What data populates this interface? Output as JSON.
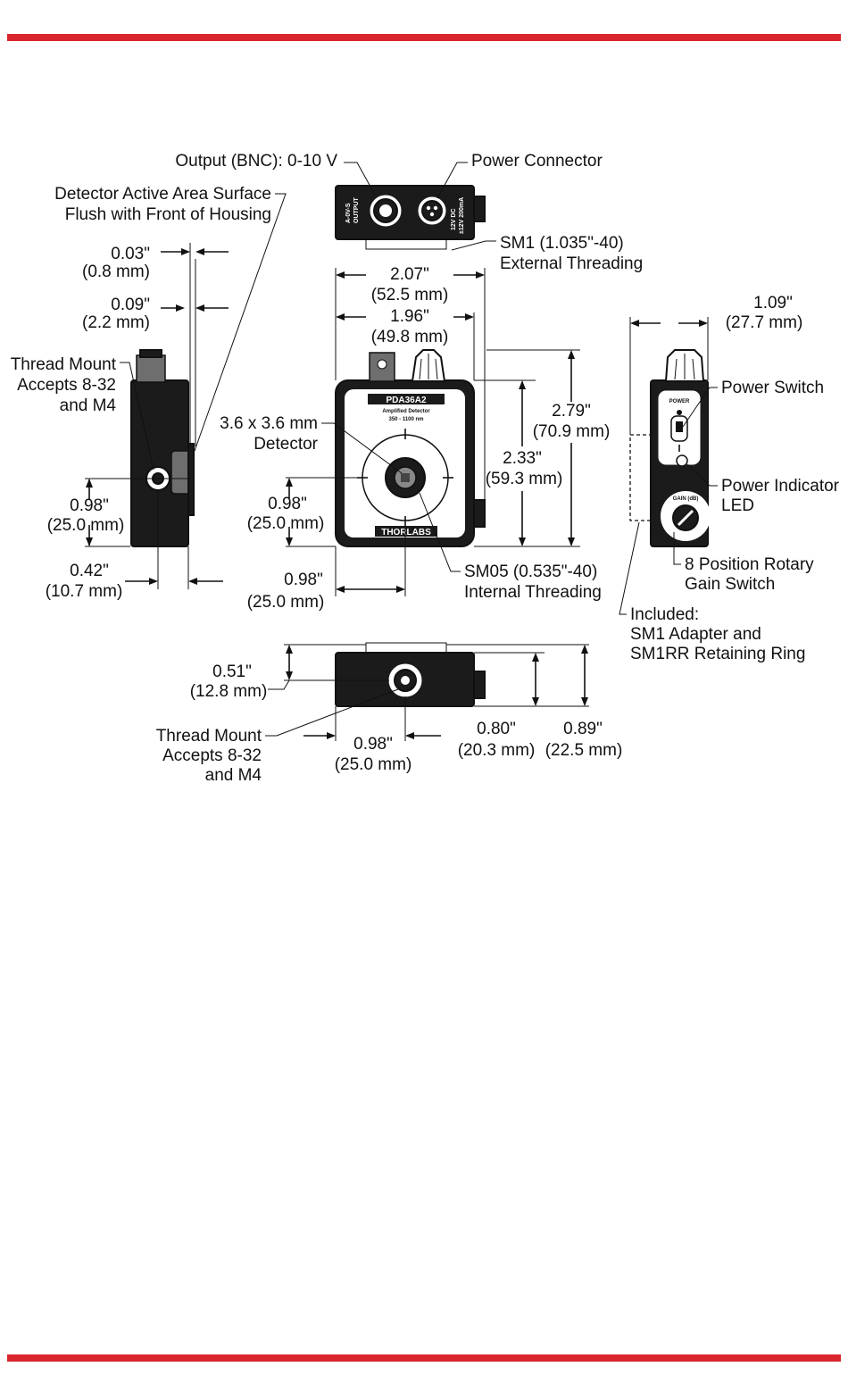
{
  "colors": {
    "accent_bar": "#d9262c",
    "ink": "#111111",
    "housing": "#1b1b1b"
  },
  "labels": {
    "output_bnc": "Output (BNC): 0-10 V",
    "power_connector": "Power Connector",
    "detector_surface_1": "Detector Active Area Surface",
    "detector_surface_2": "Flush with Front of Housing",
    "sm1_1": "SM1 (1.035\"-40)",
    "sm1_2": "External Threading",
    "d003_in": "0.03\"",
    "d003_mm": "(0.8 mm)",
    "d009_in": "0.09\"",
    "d009_mm": "(2.2 mm)",
    "d207_in": "2.07\"",
    "d207_mm": "(52.5 mm)",
    "d196_in": "1.96\"",
    "d196_mm": "(49.8 mm)",
    "d109_in": "1.09\"",
    "d109_mm": "(27.7 mm)",
    "thread_left_1": "Thread Mount",
    "thread_left_2": "Accepts 8-32",
    "thread_left_3": "and M4",
    "d279_in": "2.79\"",
    "d279_mm": "(70.9 mm)",
    "power_switch": "Power Switch",
    "detector_size_1": "3.6 x 3.6 mm",
    "detector_size_2": "Detector",
    "d233_in": "2.33\"",
    "d233_mm": "(59.3 mm)",
    "d098a_in": "0.98\"",
    "d098a_mm": "(25.0 mm)",
    "d098b_in": "0.98\"",
    "d098b_mm": "(25.0 mm)",
    "power_led_1": "Power Indicator",
    "power_led_2": "LED",
    "d042_in": "0.42\"",
    "d042_mm": "(10.7 mm)",
    "d098c_in": "0.98\"",
    "d098c_mm": "(25.0 mm)",
    "sm05_1": "SM05 (0.535\"-40)",
    "sm05_2": "Internal Threading",
    "gain_1": "8 Position Rotary",
    "gain_2": "Gain Switch",
    "included_1": "Included:",
    "included_2": "SM1 Adapter and",
    "included_3": "SM1RR Retaining Ring",
    "d051_in": "0.51\"",
    "d051_mm": "(12.8 mm)",
    "thread_bottom_1": "Thread Mount",
    "thread_bottom_2": "Accepts 8-32",
    "thread_bottom_3": "and M4",
    "d098d_in": "0.98\"",
    "d098d_mm": "(25.0 mm)",
    "d080_in": "0.80\"",
    "d080_mm": "(20.3 mm)",
    "d089_in": "0.89\"",
    "d089_mm": "(22.5 mm)"
  },
  "device": {
    "model": "PDA36A2",
    "type": "Amplified Detector",
    "range": "350 - 1100 nm",
    "brand": "THORLABS",
    "top_left_marking_1": "A-0V-S",
    "top_left_marking_2": "OUTPUT",
    "top_right_marking_1": "12V DC",
    "top_right_marking_2": "±12V 200mA",
    "power_marking": "POWER",
    "gain_marking": "GAIN (dB)"
  }
}
